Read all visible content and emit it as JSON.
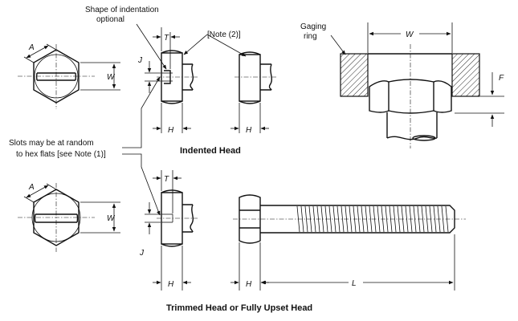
{
  "labels": {
    "shape_note": [
      "Shape of indentation",
      "optional"
    ],
    "note2": "[Note (2)]",
    "gaging_ring": [
      "Gaging",
      "ring"
    ],
    "slots_note": [
      "Slots may be at random",
      "to hex flats [see Note (1)]"
    ],
    "indented_head": "Indented Head",
    "trimmed_head": "Trimmed Head or Fully Upset Head"
  },
  "dims": {
    "A": "A",
    "W": "W",
    "T": "T",
    "J": "J",
    "H": "H",
    "F": "F",
    "L": "L"
  },
  "colors": {
    "ink": "#111111",
    "paper": "#ffffff"
  }
}
